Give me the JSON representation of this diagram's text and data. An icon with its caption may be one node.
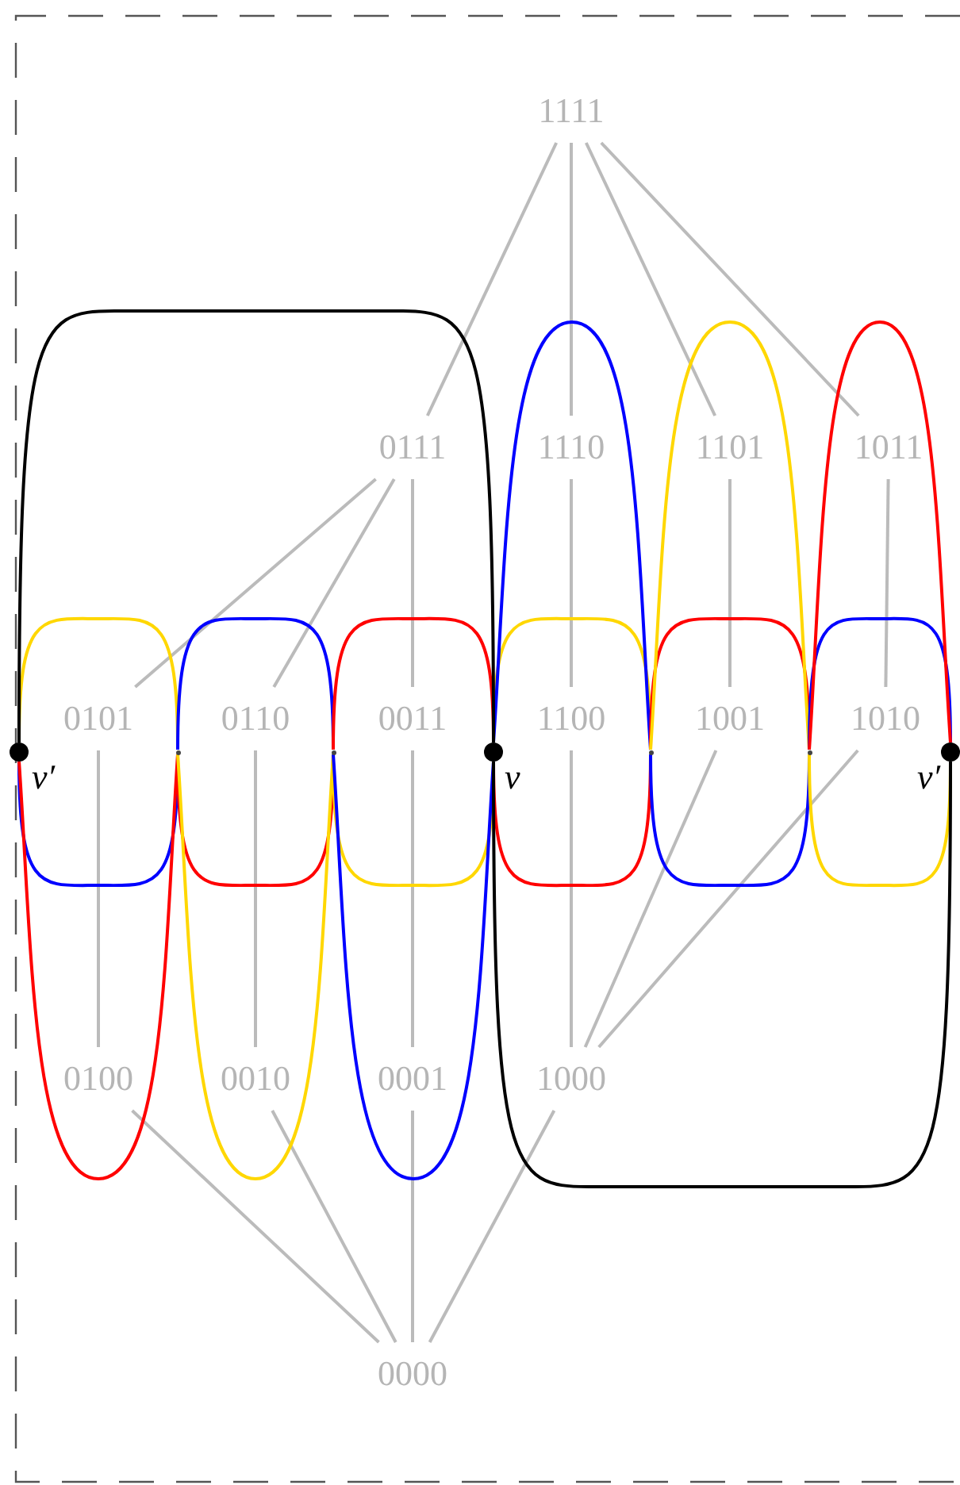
{
  "diagram": {
    "nodes": [
      {
        "text": [
          "1111"
        ]
      },
      {
        "text": [
          "0111"
        ]
      },
      {
        "text": [
          "1110"
        ]
      },
      {
        "text": [
          "1101"
        ]
      },
      {
        "text": [
          "1011"
        ]
      },
      {
        "text": [],
        "shape": "circle",
        "beside": [
          "v′"
        ]
      },
      {
        "text": [
          "0101"
        ]
      },
      {
        "text": [],
        "shape": "point"
      },
      {
        "text": [
          "0110"
        ]
      },
      {
        "text": [],
        "shape": "point"
      },
      {
        "text": [
          "0011"
        ]
      },
      {
        "text": [],
        "shape": "circle",
        "beside": [
          "v"
        ]
      },
      {
        "text": [
          "1100"
        ]
      },
      {
        "text": [],
        "shape": "point"
      },
      {
        "text": [
          "1001"
        ]
      },
      {
        "text": [],
        "shape": "point"
      },
      {
        "text": [
          "1010"
        ]
      },
      {
        "text": [],
        "shape": "circle",
        "beside": [
          "v′"
        ]
      },
      {
        "text": [
          "0100"
        ]
      },
      {
        "text": [
          "0010"
        ]
      },
      {
        "text": [
          "0001"
        ]
      },
      {
        "text": [
          "1000"
        ]
      },
      {
        "text": [
          "0000"
        ]
      }
    ],
    "edges": [
      {
        "from": 0,
        "to": 1,
        "arrow": "none",
        "color": "#bbbbbb"
      },
      {
        "from": 0,
        "to": 2,
        "arrow": "none",
        "color": "#bbbbbb"
      },
      {
        "from": 0,
        "to": 3,
        "arrow": "none",
        "color": "#bbbbbb"
      },
      {
        "from": 0,
        "to": 4,
        "arrow": "none",
        "color": "#bbbbbb"
      },
      {
        "from": 1,
        "to": 6,
        "arrow": "none",
        "color": "#bbbbbb"
      },
      {
        "from": 1,
        "to": 8,
        "arrow": "none",
        "color": "#bbbbbb"
      },
      {
        "from": 1,
        "to": 10,
        "arrow": "none",
        "color": "#bbbbbb"
      },
      {
        "from": 2,
        "to": 12,
        "arrow": "none",
        "color": "#bbbbbb"
      },
      {
        "from": 3,
        "to": 14,
        "arrow": "none",
        "color": "#bbbbbb"
      },
      {
        "from": 4,
        "to": 16,
        "arrow": "none",
        "color": "#bbbbbb"
      },
      {
        "from": 6,
        "to": 18,
        "arrow": "none",
        "color": "#bbbbbb"
      },
      {
        "from": 8,
        "to": 19,
        "arrow": "none",
        "color": "#bbbbbb"
      },
      {
        "from": 10,
        "to": 20,
        "arrow": "none",
        "color": "#bbbbbb"
      },
      {
        "from": 12,
        "to": 21,
        "arrow": "none",
        "color": "#bbbbbb"
      },
      {
        "from": 14,
        "to": 21,
        "arrow": "none",
        "color": "#bbbbbb"
      },
      {
        "from": 16,
        "to": 21,
        "arrow": "none",
        "color": "#bbbbbb"
      },
      {
        "from": 18,
        "to": 22,
        "arrow": "none",
        "color": "#bbbbbb"
      },
      {
        "from": 19,
        "to": 22,
        "arrow": "none",
        "color": "#bbbbbb"
      },
      {
        "from": 20,
        "to": 22,
        "arrow": "none",
        "color": "#bbbbbb"
      },
      {
        "from": 21,
        "to": 22,
        "arrow": "none",
        "color": "#bbbbbb"
      },
      {
        "from": 5,
        "to": 7,
        "arrow": "none",
        "color": "#ffd700"
      },
      {
        "from": 5,
        "to": 7,
        "arrow": "none",
        "color": "#0000ff"
      },
      {
        "from": 5,
        "to": 7,
        "arrow": "none",
        "color": "#ff0000"
      },
      {
        "from": 7,
        "to": 9,
        "arrow": "none",
        "color": "#0000ff"
      },
      {
        "from": 7,
        "to": 9,
        "arrow": "none",
        "color": "#ff0000"
      },
      {
        "from": 7,
        "to": 9,
        "arrow": "none",
        "color": "#ffd700"
      },
      {
        "from": 9,
        "to": 11,
        "arrow": "none",
        "color": "#ff0000"
      },
      {
        "from": 9,
        "to": 11,
        "arrow": "none",
        "color": "#ffd700"
      },
      {
        "from": 9,
        "to": 11,
        "arrow": "none",
        "color": "#0000ff"
      },
      {
        "from": 11,
        "to": 13,
        "arrow": "none",
        "color": "#ffd700"
      },
      {
        "from": 11,
        "to": 13,
        "arrow": "none",
        "color": "#ff0000"
      },
      {
        "from": 11,
        "to": 13,
        "arrow": "none",
        "color": "#0000ff"
      },
      {
        "from": 13,
        "to": 15,
        "arrow": "none",
        "color": "#ff0000"
      },
      {
        "from": 13,
        "to": 15,
        "arrow": "none",
        "color": "#0000ff"
      },
      {
        "from": 13,
        "to": 15,
        "arrow": "none",
        "color": "#ffd700"
      },
      {
        "from": 15,
        "to": 17,
        "arrow": "none",
        "color": "#0000ff"
      },
      {
        "from": 15,
        "to": 17,
        "arrow": "none",
        "color": "#ffd700"
      },
      {
        "from": 15,
        "to": 17,
        "arrow": "none",
        "color": "#ff0000"
      },
      {
        "from": 5,
        "to": 11,
        "arrow": "none",
        "color": "#000000"
      },
      {
        "from": 11,
        "to": 17,
        "arrow": "none",
        "color": "#000000"
      }
    ]
  }
}
